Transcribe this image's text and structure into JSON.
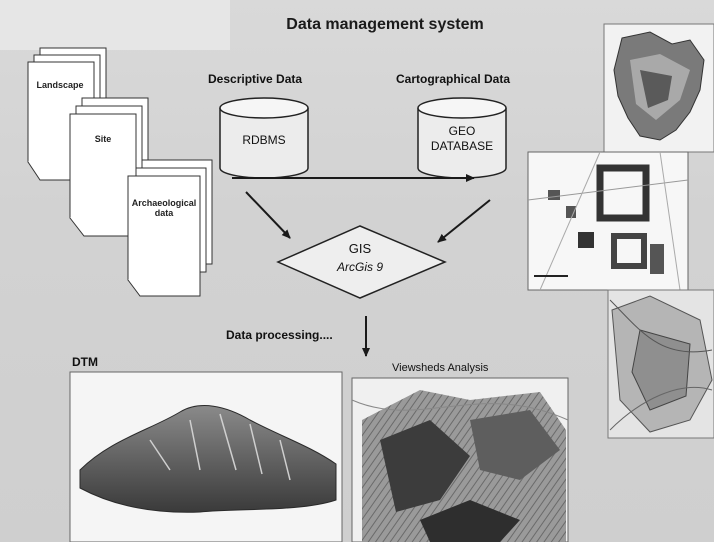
{
  "title": "Data management system",
  "documents": [
    "Landscape",
    "Site",
    "Archaeological data"
  ],
  "stores": {
    "descriptive": {
      "label": "Descriptive Data",
      "name": "RDBMS"
    },
    "cartographical": {
      "label": "Cartographical Data",
      "name": "GEO DATABASE"
    }
  },
  "gis": {
    "title": "GIS",
    "subtitle": "ArcGis 9"
  },
  "processing_label": "Data processing....",
  "outputs": {
    "dtm": "DTM",
    "viewsheds": "Viewsheds Analysis"
  },
  "colors": {
    "background": "#d3d3d3",
    "ink": "#1a1a1a",
    "paper": "#ffffff"
  }
}
